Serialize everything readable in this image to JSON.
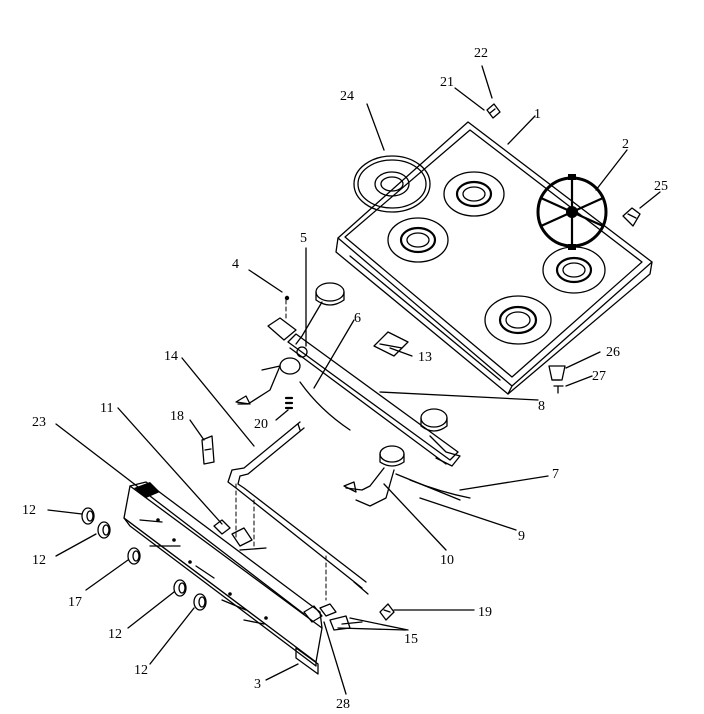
{
  "labels": {
    "l1": "1",
    "l2": "2",
    "l3": "3",
    "l4": "4",
    "l5": "5",
    "l6": "6",
    "l7": "7",
    "l8": "8",
    "l9": "9",
    "l10": "10",
    "l11": "11",
    "l12a": "12",
    "l12b": "12",
    "l12c": "12",
    "l12d": "12",
    "l13": "13",
    "l14": "14",
    "l15": "15",
    "l17": "17",
    "l18": "18",
    "l19": "19",
    "l20": "20",
    "l21": "21",
    "l22": "22",
    "l23": "23",
    "l24": "24",
    "l25": "25",
    "l26": "26",
    "l27": "27",
    "l28": "28"
  }
}
